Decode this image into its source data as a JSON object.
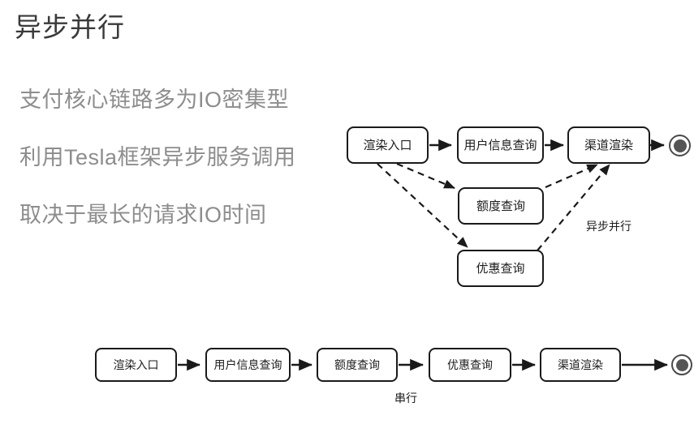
{
  "slide": {
    "title": "异步并行",
    "background_color": "#ffffff",
    "title_color": "#3a3a3a",
    "body_text_color": "#8d8d8d",
    "diagram_stroke_color": "#1a1a1a"
  },
  "bullets": [
    {
      "text": "支付核心链路多为IO密集型"
    },
    {
      "text": "利用Tesla框架异步服务调用"
    },
    {
      "text": "取决于最长的请求IO时间"
    }
  ],
  "async_diagram": {
    "caption": "异步并行",
    "nodes": [
      {
        "id": "entry",
        "label": "渲染入口"
      },
      {
        "id": "userinfo",
        "label": "用户信息查询"
      },
      {
        "id": "quota",
        "label": "额度查询"
      },
      {
        "id": "promo",
        "label": "优惠查询"
      },
      {
        "id": "channel",
        "label": "渠道渲染"
      }
    ],
    "end_marker": "final-state",
    "edges": [
      {
        "from": "entry",
        "to": "userinfo",
        "style": "solid"
      },
      {
        "from": "userinfo",
        "to": "channel",
        "style": "solid"
      },
      {
        "from": "channel",
        "to": "end",
        "style": "solid"
      },
      {
        "from": "entry",
        "to": "quota",
        "style": "dashed"
      },
      {
        "from": "entry",
        "to": "promo",
        "style": "dashed"
      },
      {
        "from": "quota",
        "to": "channel",
        "style": "dashed"
      },
      {
        "from": "promo",
        "to": "channel",
        "style": "dashed"
      }
    ]
  },
  "serial_diagram": {
    "caption": "串行",
    "nodes": [
      {
        "id": "s-entry",
        "label": "渲染入口"
      },
      {
        "id": "s-userinfo",
        "label": "用户信息查询"
      },
      {
        "id": "s-quota",
        "label": "额度查询"
      },
      {
        "id": "s-promo",
        "label": "优惠查询"
      },
      {
        "id": "s-channel",
        "label": "渠道渲染"
      }
    ],
    "end_marker": "final-state",
    "edges": [
      {
        "from": "s-entry",
        "to": "s-userinfo",
        "style": "solid"
      },
      {
        "from": "s-userinfo",
        "to": "s-quota",
        "style": "solid"
      },
      {
        "from": "s-quota",
        "to": "s-promo",
        "style": "solid"
      },
      {
        "from": "s-promo",
        "to": "s-channel",
        "style": "solid"
      },
      {
        "from": "s-channel",
        "to": "end",
        "style": "solid"
      }
    ]
  }
}
